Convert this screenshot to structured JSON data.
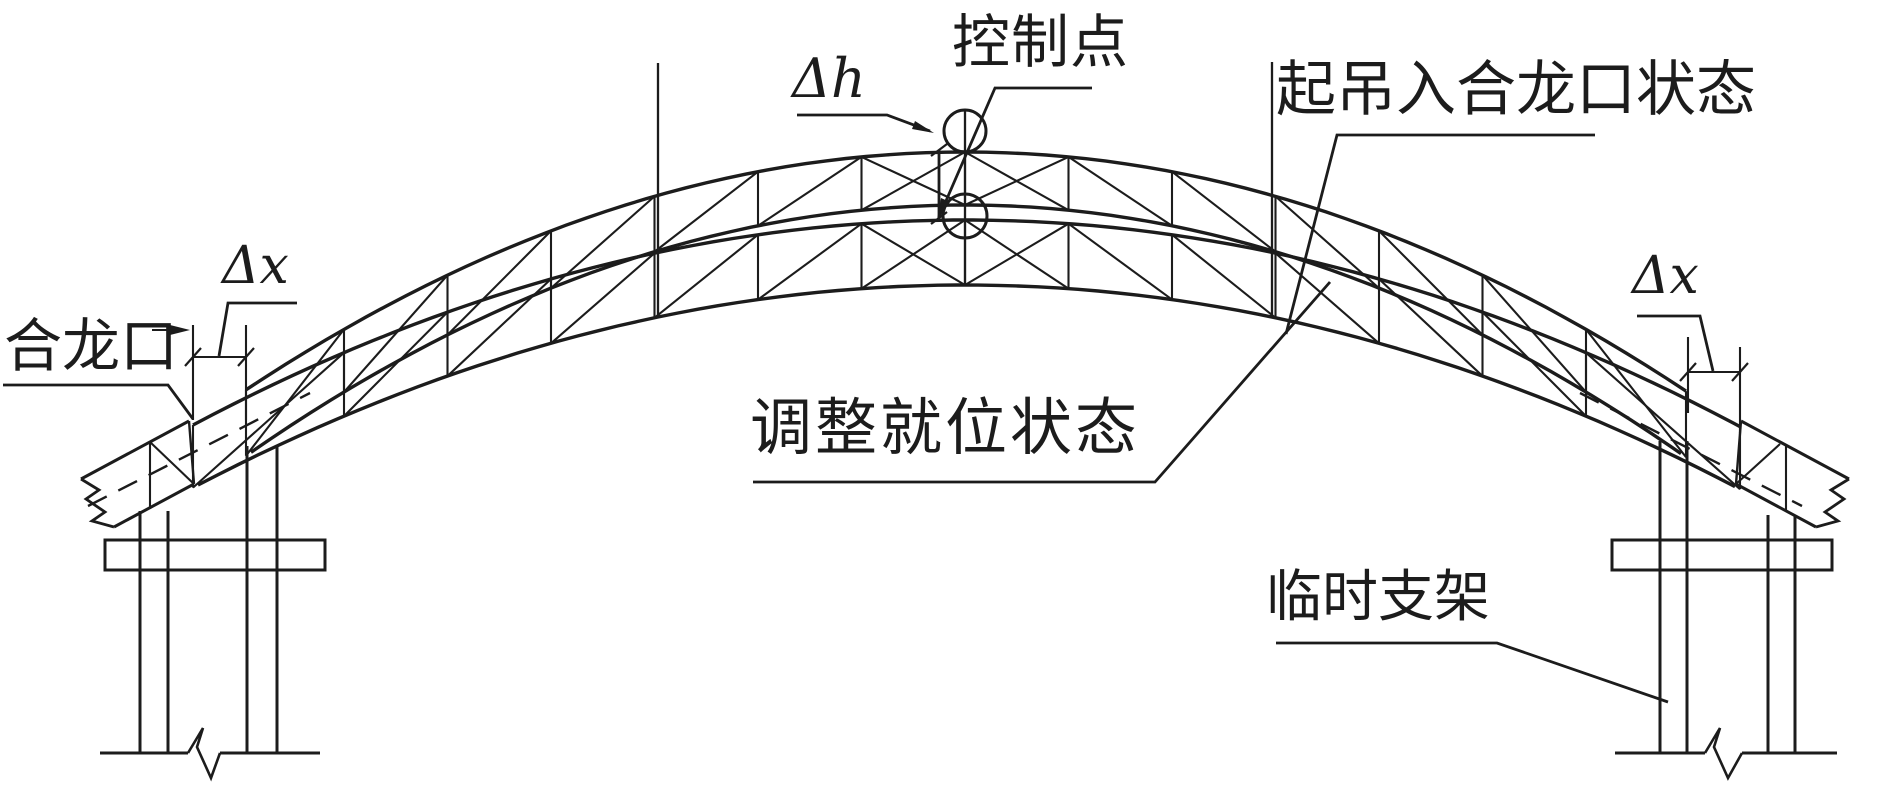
{
  "figure_type": "arch-truss-closure-construction-diagram",
  "colors": {
    "line": "#1c1c1c",
    "background": "#ffffff"
  },
  "labels": {
    "delta_h": "Δh",
    "control_point": "控制点",
    "lifted_state": "起吊入合龙口状态",
    "adjusted_state": "调整就位状态",
    "closure_opening": "合龙口",
    "temporary_support": "临时支架",
    "delta_x_left": "Δx",
    "delta_x_right": "Δx"
  }
}
